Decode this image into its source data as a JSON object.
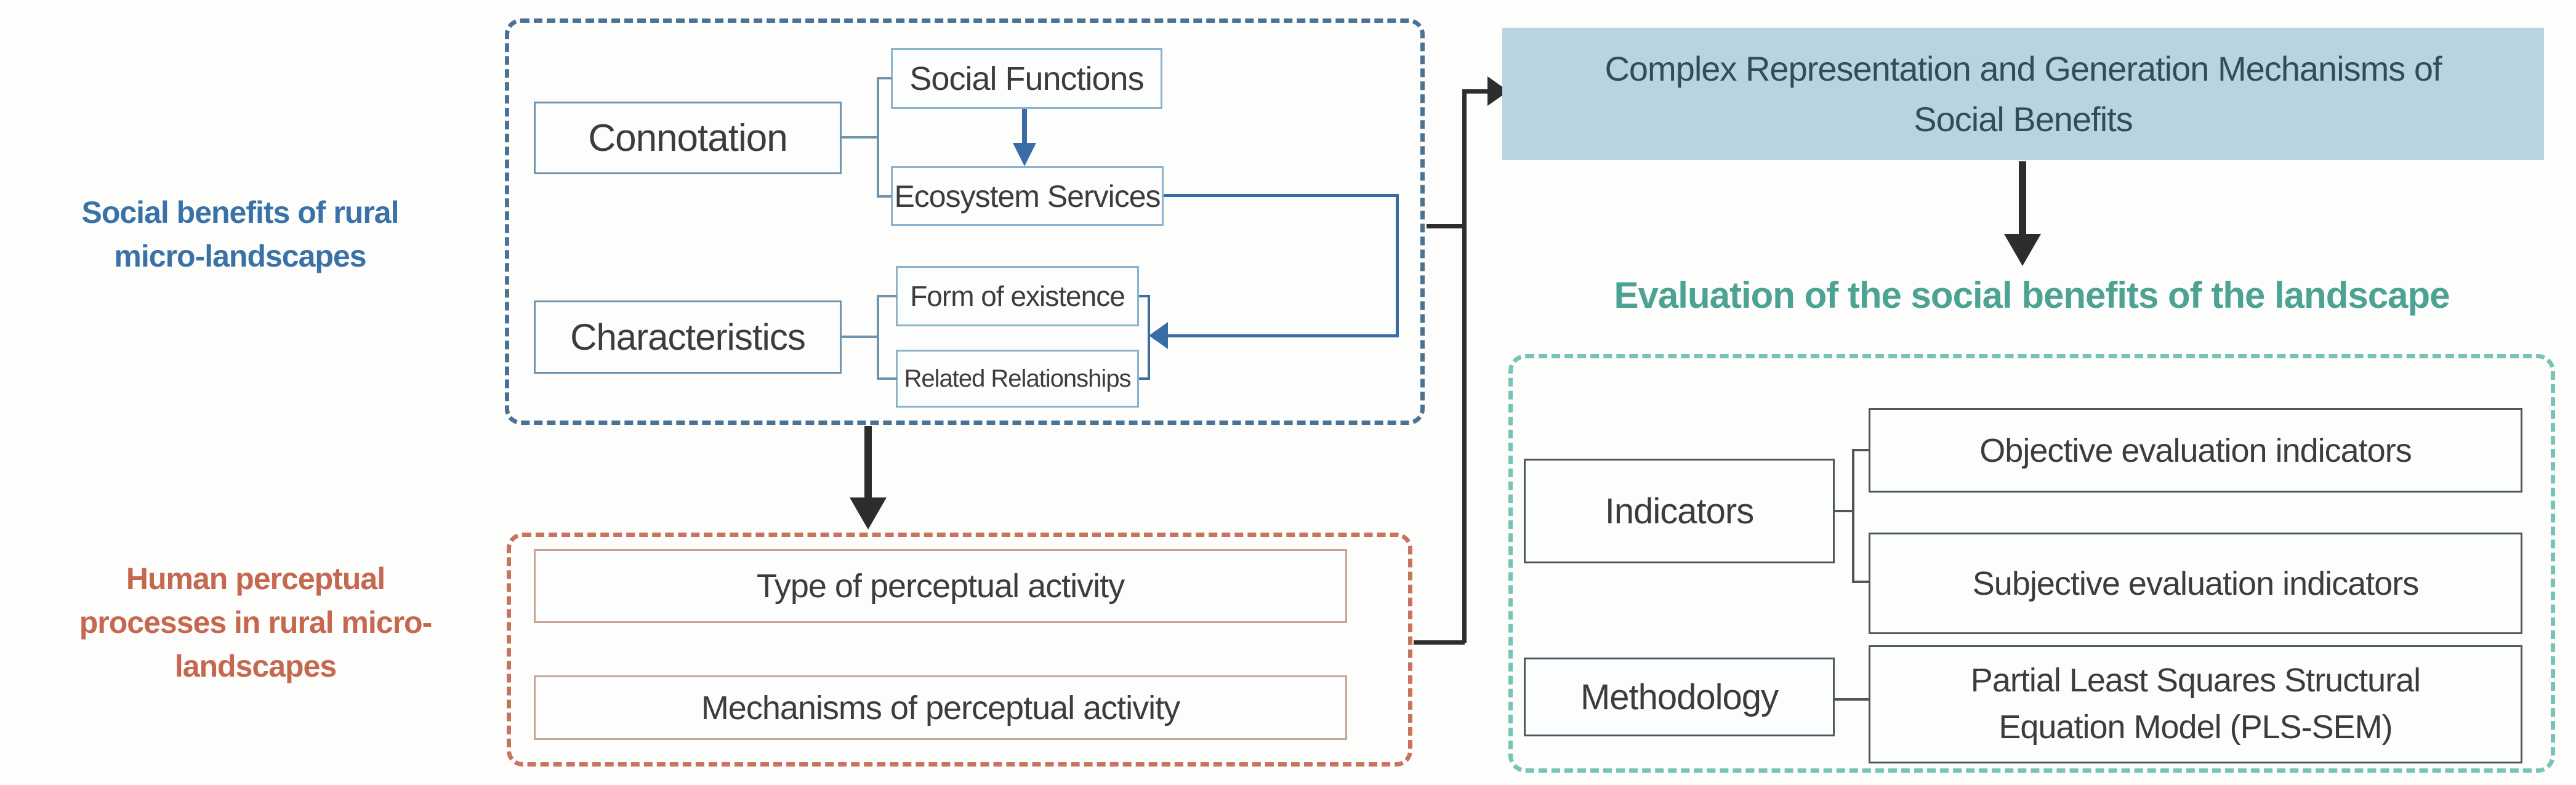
{
  "colors": {
    "background": "#fdfdfc",
    "blue_dashed_border": "#4a7294",
    "blue_inner_border": "#8ab2cc",
    "blue_label_border": "#6e94ae",
    "connector_blue": "#3a6ca5",
    "label_blue": "#3a72a8",
    "black_connector": "#2d2d2d",
    "box_text": "#3c3c3c",
    "box_fill": "#fcfdfe",
    "orange_dashed_border": "#c9735f",
    "orange_inner_border": "#c8a294",
    "label_orange": "#c5684f",
    "highlight_fill": "#b8d4e0",
    "highlight_text": "#2f4d5a",
    "teal_dashed_border": "#77c3b7",
    "label_teal": "#4ca394",
    "gray_inner_border": "#4f565c"
  },
  "sections": {
    "social": {
      "label": "Social benefits of rural\nmicro-landscapes",
      "connotation": "Connotation",
      "characteristics": "Characteristics",
      "social_functions": "Social Functions",
      "ecosystem_services": "Ecosystem Services",
      "form_of_existence": "Form of existence",
      "related_relationships": "Related Relationships"
    },
    "human": {
      "label": "Human perceptual\nprocesses in rural micro-\nlandscapes",
      "type_of_perceptual_activity": "Type of perceptual activity",
      "mechanisms_of_perceptual_activity": "Mechanisms of perceptual activity"
    },
    "mechanism": {
      "complex_box": "Complex Representation and Generation Mechanisms of\nSocial Benefits"
    },
    "evaluation": {
      "heading": "Evaluation of the social benefits of the landscape",
      "indicators": "Indicators",
      "objective": "Objective evaluation indicators",
      "subjective": "Subjective evaluation indicators",
      "methodology": "Methodology",
      "pls_sem": "Partial Least Squares Structural\nEquation Model (PLS-SEM)"
    }
  }
}
